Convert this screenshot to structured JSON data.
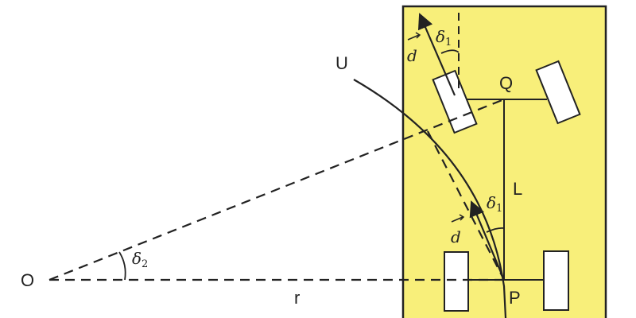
{
  "labels": {
    "point_O": "O",
    "point_P": "P",
    "point_Q": "Q",
    "curve_U": "U",
    "wheelbase_L": "L",
    "radius_r": "r",
    "delta1_top": "δ",
    "delta1_top_sub": "1",
    "delta1_mid": "δ",
    "delta1_mid_sub": "1",
    "delta2": "δ",
    "delta2_sub": "2",
    "vector_d_top": "d",
    "vector_d_mid": "d"
  },
  "colors": {
    "car_body": "#f8ef7a",
    "stroke": "#222222",
    "wheel_fill": "#ffffff",
    "background": "#ffffff"
  }
}
